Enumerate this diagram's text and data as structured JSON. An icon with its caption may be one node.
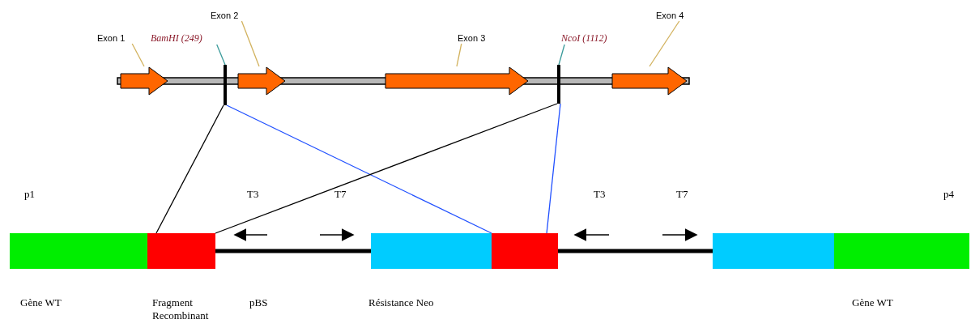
{
  "diagram": {
    "nodes": [
      {
        "text": [
          "Exon 1"
        ]
      },
      {
        "text": [
          "BamHI (249)"
        ]
      },
      {
        "text": [
          "Exon 2"
        ]
      },
      {
        "text": [
          "Exon 3"
        ]
      },
      {
        "text": [
          "NcoI (1112)"
        ]
      },
      {
        "text": [
          "Exon 4"
        ]
      },
      {
        "text": [],
        "shape": "arrow"
      },
      {
        "text": [],
        "shape": "arrow"
      },
      {
        "text": [],
        "shape": "arrow"
      },
      {
        "text": [],
        "shape": "arrow"
      },
      {
        "text": [],
        "shape": "bar"
      },
      {
        "text": [],
        "shape": "bar"
      },
      {
        "text": [],
        "shape": "box"
      },
      {
        "text": [],
        "shape": "box"
      },
      {
        "text": [],
        "shape": "box"
      },
      {
        "text": [],
        "shape": "box"
      },
      {
        "text": [],
        "shape": "box"
      },
      {
        "text": [],
        "shape": "box"
      }
    ],
    "edges": [
      {
        "from": 0,
        "to": 6,
        "arrow": "none",
        "color": "#d2b25e"
      },
      {
        "from": 1,
        "to": 10,
        "arrow": "none",
        "color": "#3a9a9a"
      },
      {
        "from": 2,
        "to": 7,
        "arrow": "none",
        "color": "#d2b25e"
      },
      {
        "from": 3,
        "to": 8,
        "arrow": "none",
        "color": "#d2b25e"
      },
      {
        "from": 4,
        "to": 11,
        "arrow": "none",
        "color": "#3a9a9a"
      },
      {
        "from": 5,
        "to": 9,
        "arrow": "none",
        "color": "#d2b25e"
      },
      {
        "from": 10,
        "to": 13,
        "arrow": "none",
        "color": "#000000"
      },
      {
        "from": 10,
        "to": 15,
        "arrow": "none",
        "color": "#2050ff"
      },
      {
        "from": 11,
        "to": 13,
        "arrow": "none",
        "color": "#000000"
      },
      {
        "from": 11,
        "to": 15,
        "arrow": "none",
        "color": "#2050ff"
      },
      {
        "from": 13,
        "to": 14,
        "arrow": "none",
        "style": "thick",
        "color": "#000000"
      },
      {
        "from": 15,
        "to": 16,
        "arrow": "none",
        "style": "thick",
        "color": "#000000"
      }
    ],
    "labels": [
      "p1",
      "T3",
      "T7",
      "T3",
      "T7",
      "p4",
      "Gène WT",
      "Fragment Recombinant",
      "pBS",
      "Résistance Neo",
      "Gène WT"
    ]
  }
}
